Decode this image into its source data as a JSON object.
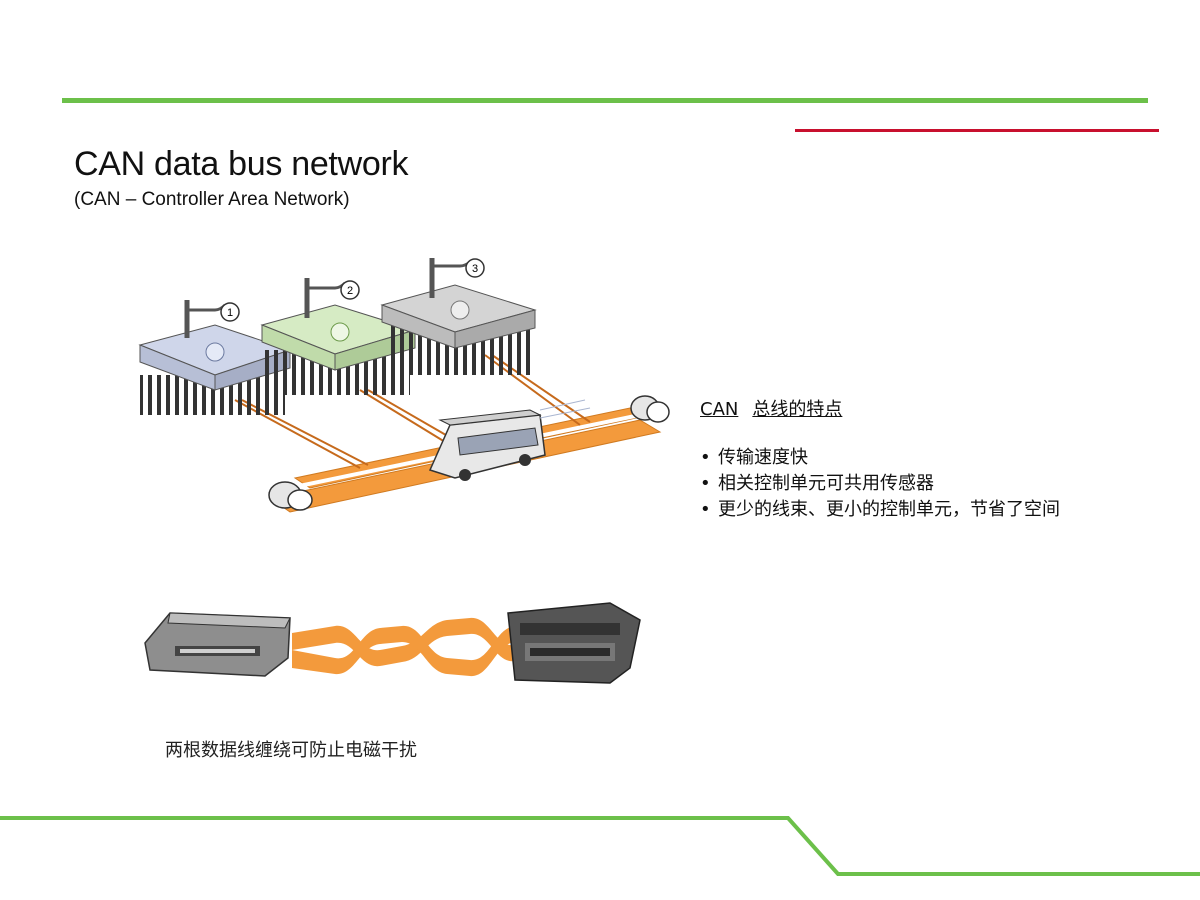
{
  "slide": {
    "title": "CAN data bus network",
    "subtitle": "(CAN – Controller Area Network)"
  },
  "diagram": {
    "node_labels": [
      "1",
      "2",
      "3"
    ],
    "colors": {
      "bus_orange": "#f39a3c",
      "ecu1": "#cfd6ea",
      "ecu2": "#d6ebc4",
      "ecu3": "#d4d4d4",
      "accent_green": "#6cc04a",
      "accent_red": "#c8102e"
    }
  },
  "features": {
    "heading_prefix": "CAN",
    "heading_text": "总线的特点",
    "items": [
      {
        "bullet": "•",
        "text": "传输速度快"
      },
      {
        "bullet": "•",
        "text": "相关控制单元可共用传感器"
      },
      {
        "bullet": "•",
        "text": "更少的线束、更小的控制单元，节省了空间"
      }
    ]
  },
  "twisted_pair": {
    "caption": "两根数据线缠绕可防止电磁干扰"
  }
}
